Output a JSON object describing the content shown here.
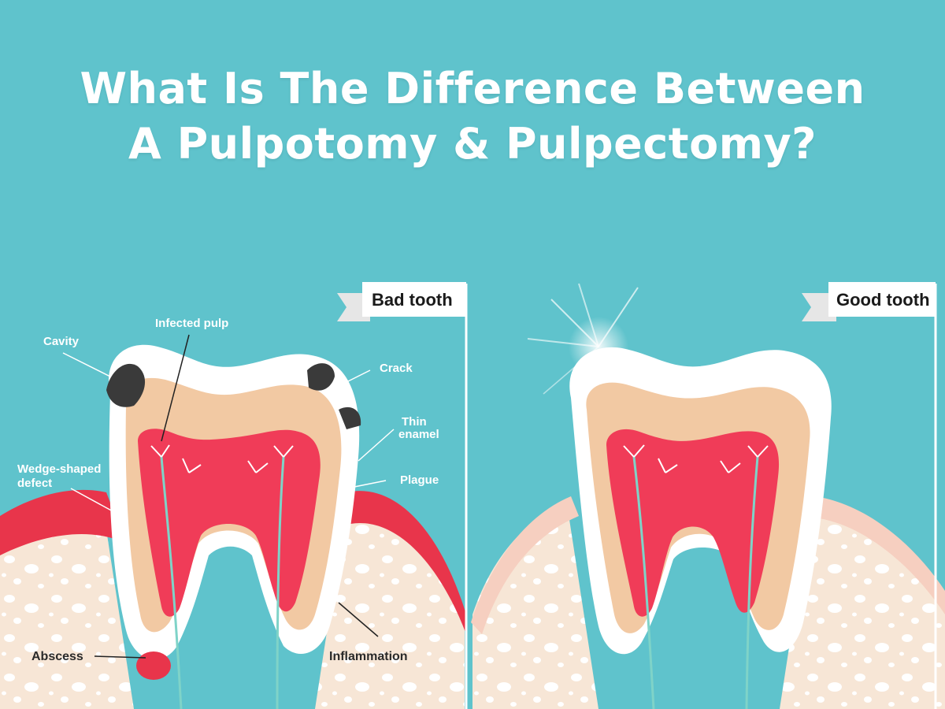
{
  "title": {
    "line1": "What Is The Difference Between",
    "line2": "A Pulpotomy & Pulpectomy?"
  },
  "flags": {
    "bad": "Bad tooth",
    "good": "Good tooth"
  },
  "labels": {
    "cavity": "Cavity",
    "infected_pulp": "Infected pulp",
    "crack": "Crack",
    "thin_enamel_1": "Thin",
    "thin_enamel_2": "enamel",
    "plague": "Plague",
    "wedge_1": "Wedge-shaped",
    "wedge_2": "defect",
    "abscess": "Abscess",
    "inflammation": "Inflammation"
  },
  "colors": {
    "background": "#5fc3cc",
    "enamel": "#ffffff",
    "dentin": "#f2c9a3",
    "pulp": "#f03c58",
    "gum_bad": "#e8354b",
    "gum_good": "#f6cfc0",
    "bone": "#f7e6d6",
    "nerve": "#7fd3c8",
    "decay": "#3a3a3a"
  }
}
